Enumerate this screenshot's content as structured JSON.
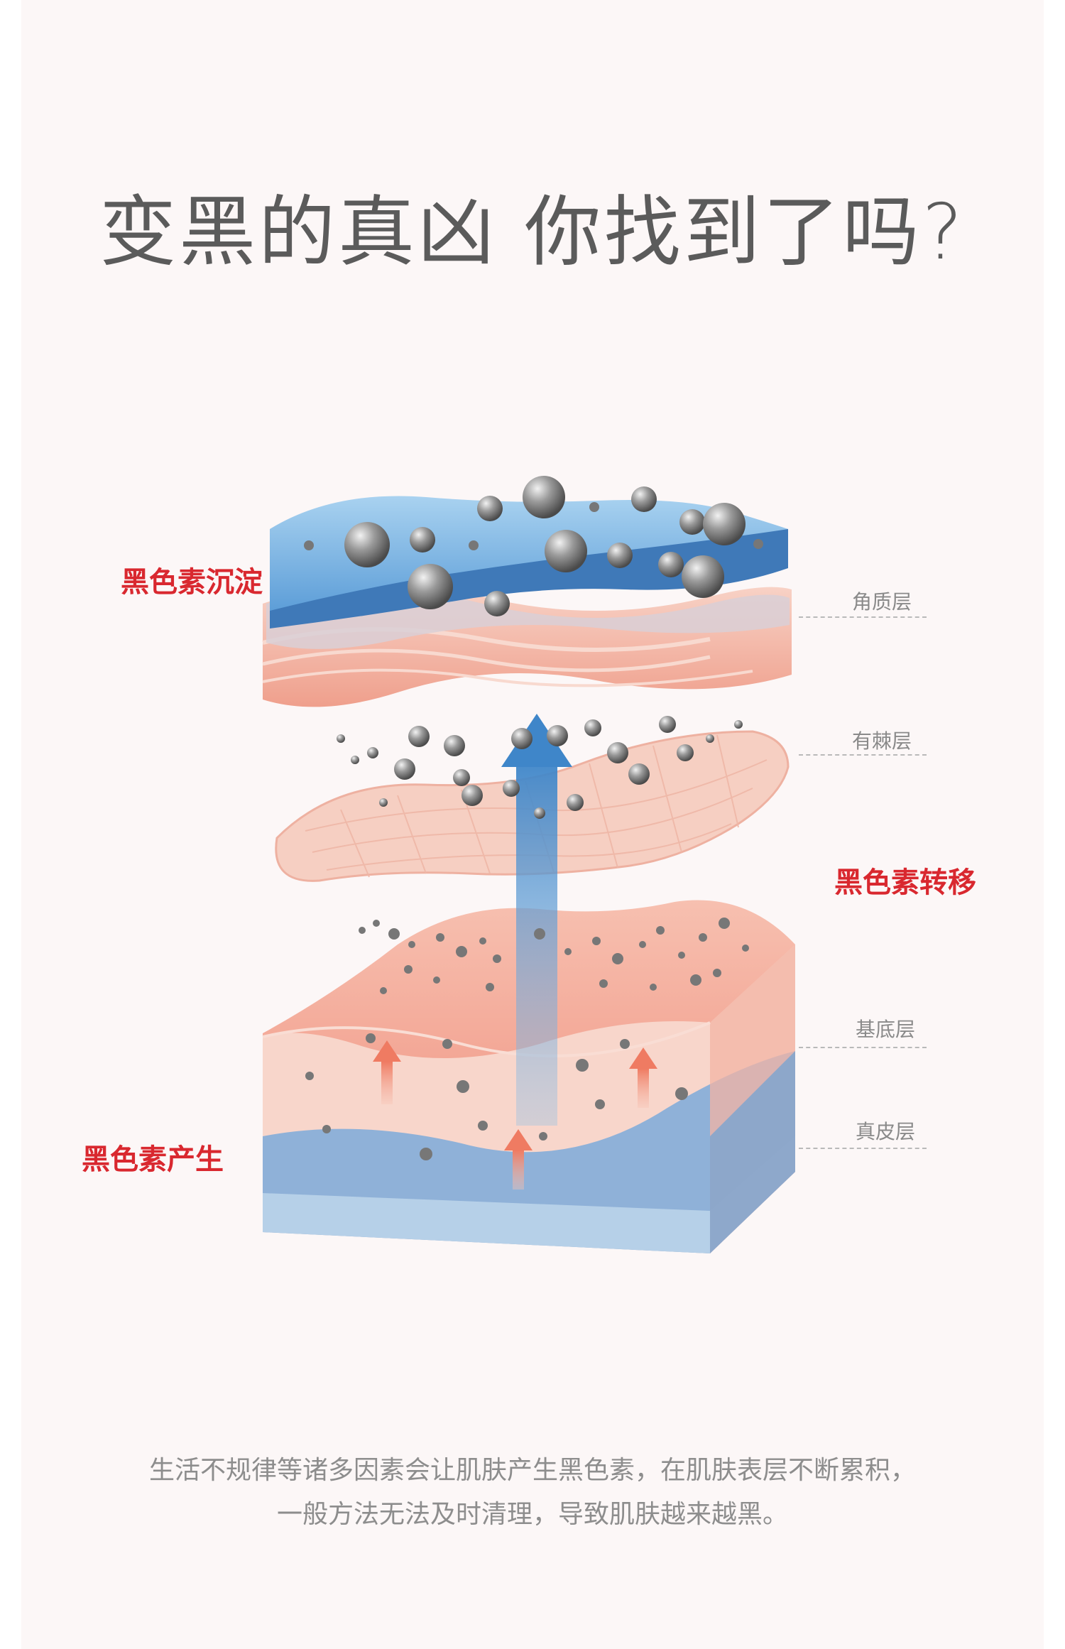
{
  "headline": "变黑的真凶 你找到了吗?",
  "callouts": {
    "deposit": "黑色素沉淀",
    "transfer": "黑色素转移",
    "produce": "黑色素产生"
  },
  "layers": {
    "stratum_corneum": "角质层",
    "stratum_spinosum": "有棘层",
    "basal_layer": "基底层",
    "dermis": "真皮层"
  },
  "description": {
    "line1": "生活不规律等诸多因素会让肌肤产生黑色素，在肌肤表层不断累积，",
    "line2": "一般方法无法及时清理，导致肌肤越来越黑。"
  },
  "colors": {
    "accent_red": "#d9282f",
    "skin_pink": "#f3b7a6",
    "top_blue": "#6ea9dc",
    "arrow_blue": "#4c8fcf"
  }
}
